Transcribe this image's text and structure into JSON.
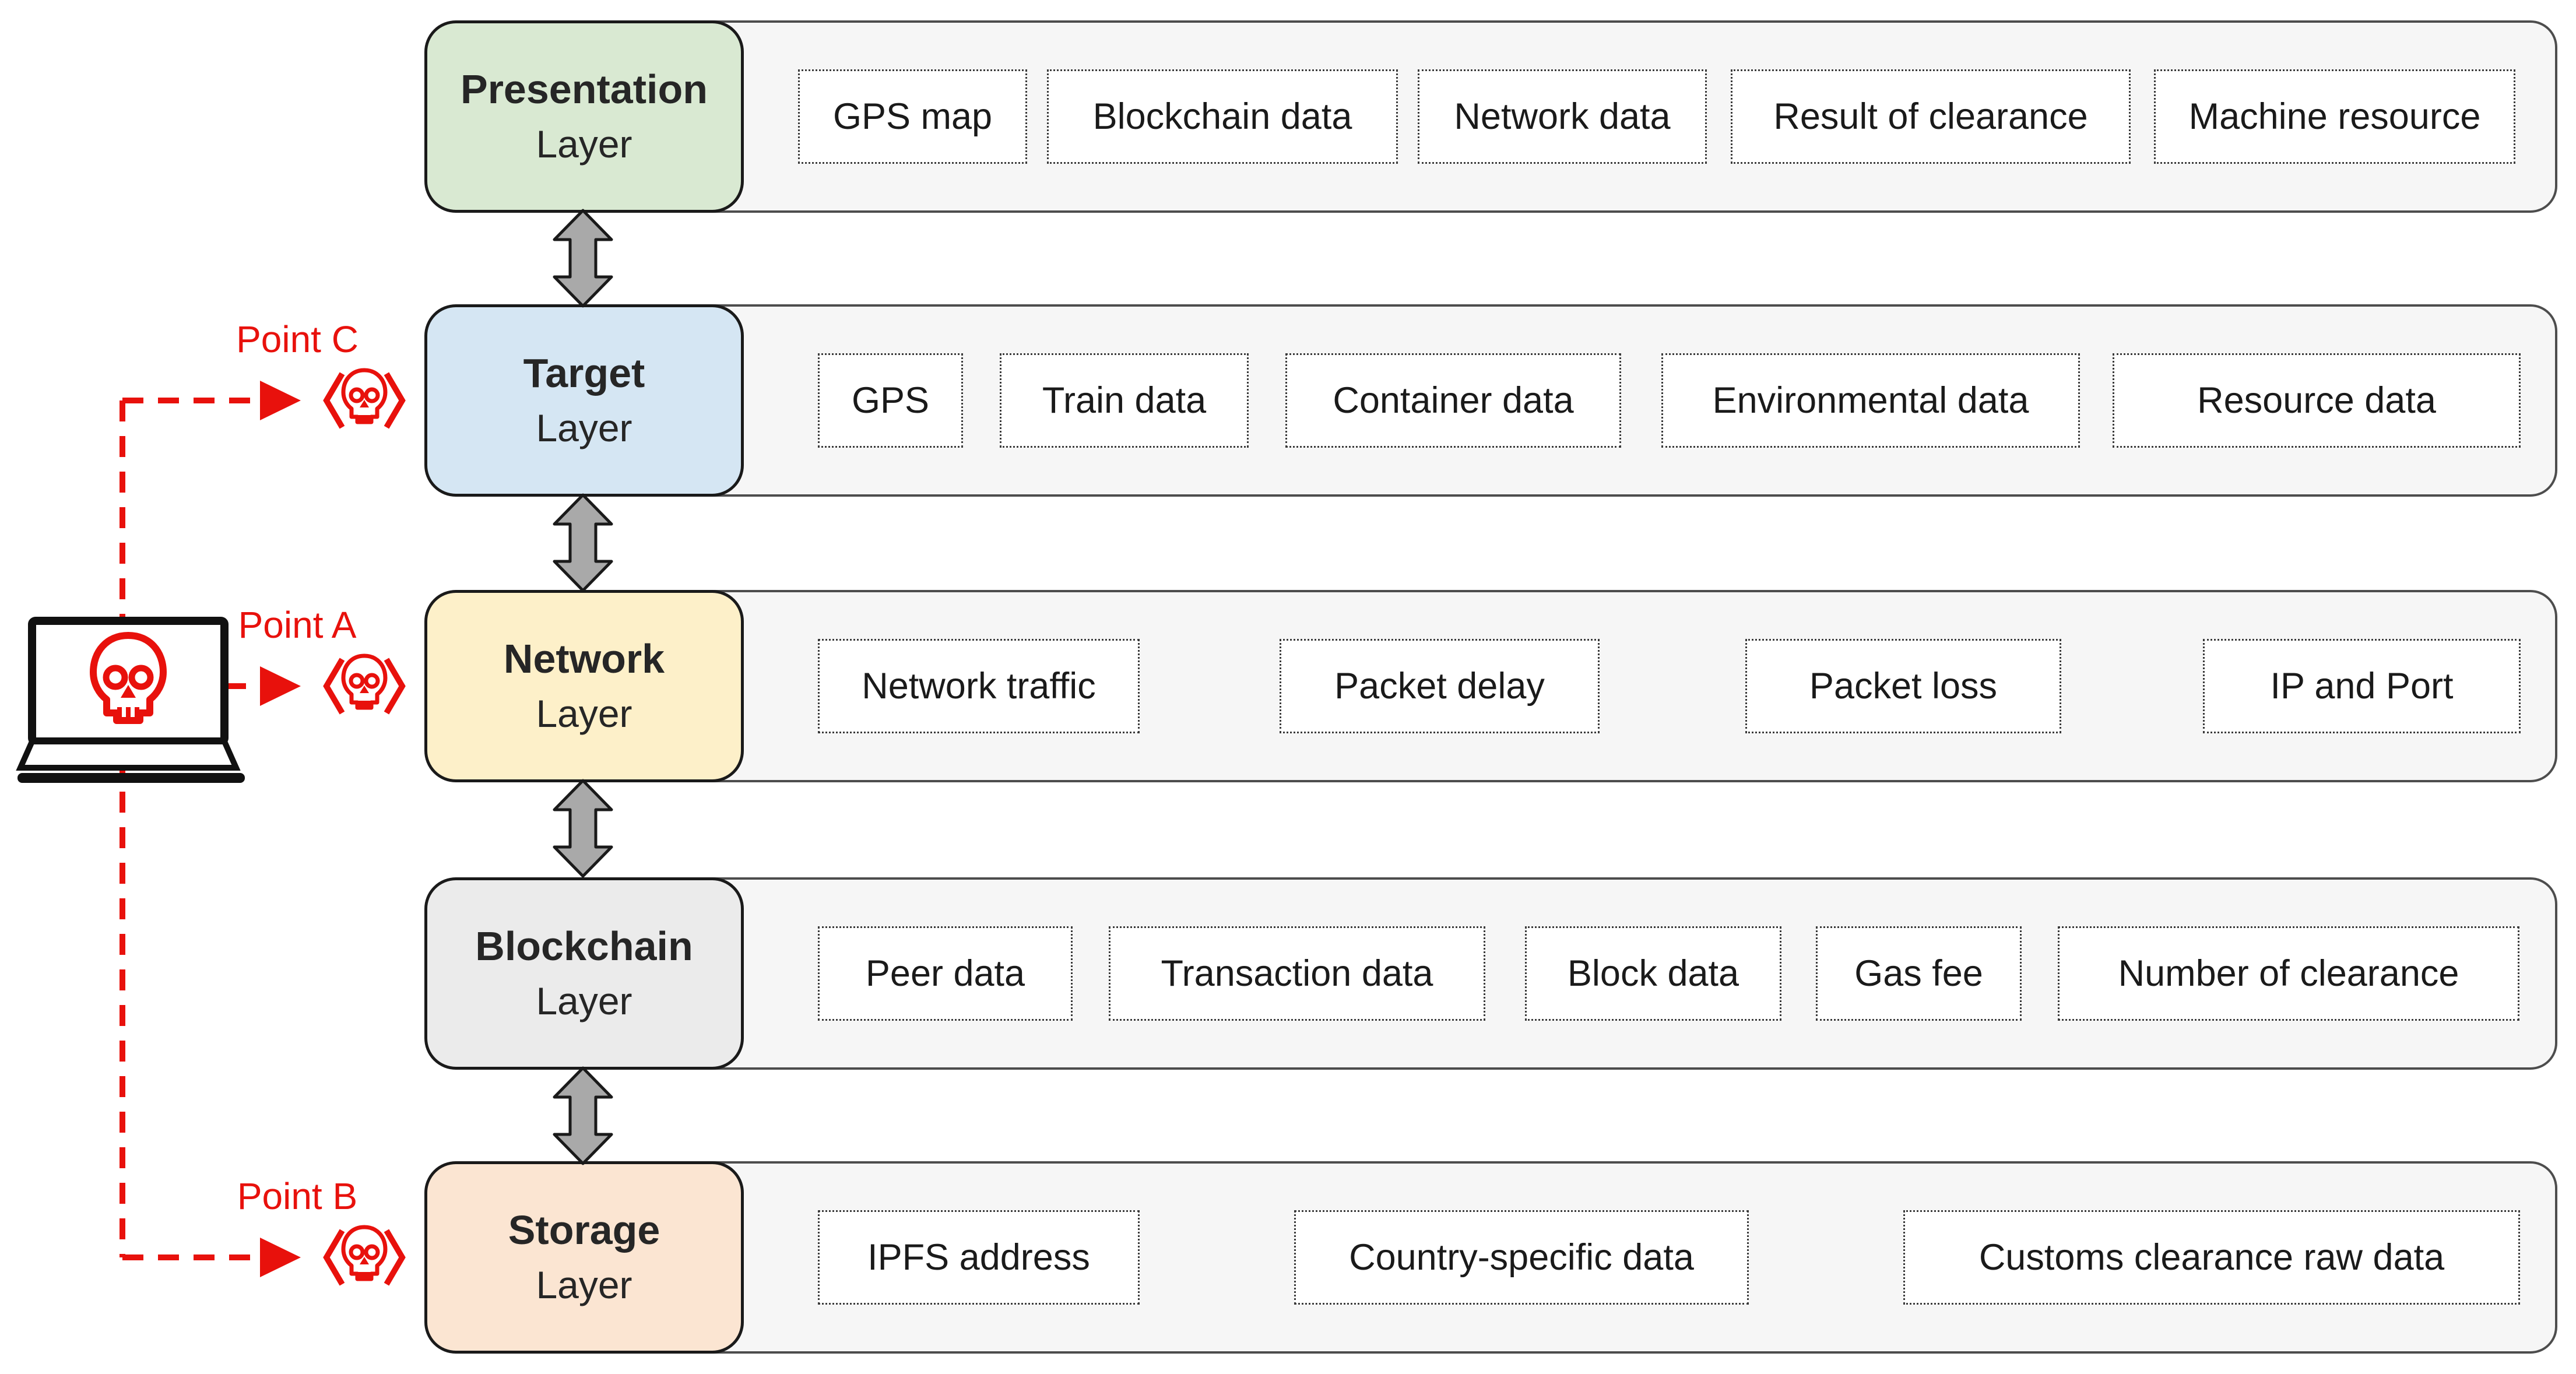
{
  "figure": {
    "description": "Layered system architecture with attack points",
    "background": "#ffffff"
  },
  "colors": {
    "attack_red": "#e8110c",
    "bar_fill": "#f6f6f6",
    "bar_border": "#4d4d4d",
    "label_box_border": "#1a1a1a",
    "connector_arrow_fill": "#a9a9a9",
    "text": "#262626",
    "presentation_fill": "#d9e9d2",
    "target_fill": "#d5e6f3",
    "network_fill": "#fdf0c9",
    "blockchain_fill": "#ebebeb",
    "storage_fill": "#fbe5d2"
  },
  "icons": {
    "attacker": "laptop-skull-icon",
    "attack_point": "skull-code-icon",
    "layer_link": "double-arrow-icon"
  },
  "layers": [
    {
      "id": "presentation",
      "title": "Presentation",
      "subtitle": "Layer",
      "fill": "#d9e9d2",
      "items": [
        "GPS map",
        "Blockchain data",
        "Network data",
        "Result of clearance",
        "Machine resource"
      ]
    },
    {
      "id": "target",
      "title": "Target",
      "subtitle": "Layer",
      "fill": "#d5e6f3",
      "items": [
        "GPS",
        "Train data",
        "Container data",
        "Environmental data",
        "Resource data"
      ]
    },
    {
      "id": "network",
      "title": "Network",
      "subtitle": "Layer",
      "fill": "#fdf0c9",
      "items": [
        "Network traffic",
        "Packet delay",
        "Packet loss",
        "IP and Port"
      ]
    },
    {
      "id": "blockchain",
      "title": "Blockchain",
      "subtitle": "Layer",
      "fill": "#ebebeb",
      "items": [
        "Peer data",
        "Transaction data",
        "Block data",
        "Gas fee",
        "Number of clearance"
      ]
    },
    {
      "id": "storage",
      "title": "Storage",
      "subtitle": "Layer",
      "fill": "#fbe5d2",
      "items": [
        "IPFS address",
        "Country-specific data",
        "Customs clearance raw data"
      ]
    }
  ],
  "attack": {
    "points": [
      {
        "label": "Point C",
        "target_layer": "target"
      },
      {
        "label": "Point A",
        "target_layer": "network"
      },
      {
        "label": "Point B",
        "target_layer": "storage"
      }
    ]
  }
}
